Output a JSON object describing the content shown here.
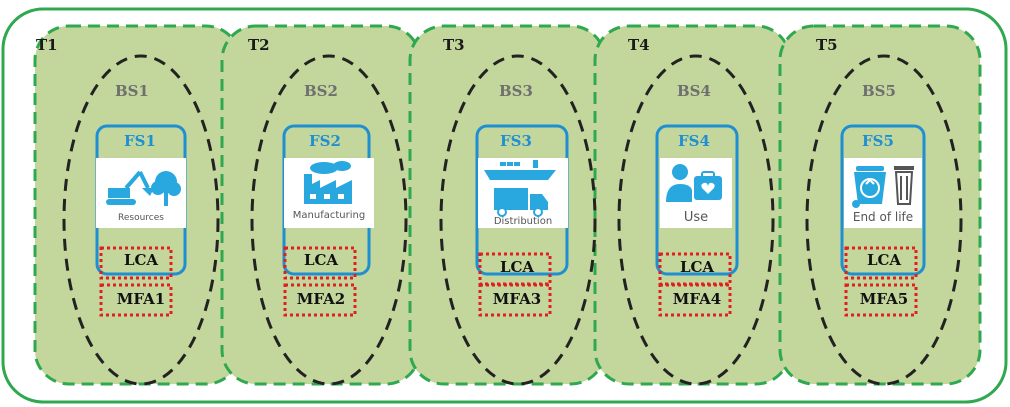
{
  "stages": [
    {
      "t": "T1",
      "bs": "BS1",
      "fs": "FS1",
      "lca": "LCA",
      "mfa": "MFA1",
      "caption": "Resources",
      "icon": "excavator-tree-icon"
    },
    {
      "t": "T2",
      "bs": "BS2",
      "fs": "FS2",
      "lca": "LCA",
      "mfa": "MFA2",
      "caption": "Manufacturing",
      "icon": "factory-icon"
    },
    {
      "t": "T3",
      "bs": "BS3",
      "fs": "FS3",
      "lca": "LCA",
      "mfa": "MFA3",
      "caption": "Distribution",
      "icon": "ship-truck-icon"
    },
    {
      "t": "T4",
      "bs": "BS4",
      "fs": "FS4",
      "lca": "LCA",
      "mfa": "MFA4",
      "caption": "Use",
      "icon": "user-heart-icon"
    },
    {
      "t": "T5",
      "bs": "BS5",
      "fs": "FS5",
      "lca": "LCA",
      "mfa": "MFA5",
      "caption": "End of life",
      "icon": "recycle-bin-icon"
    }
  ],
  "colors": {
    "outer_border": "#2fa84f",
    "panel_fill": "#c3d69b",
    "panel_border": "#2fa84f",
    "ellipse": "#222222",
    "fs_border": "#1e8fd2",
    "fs_label": "#1e8fd2",
    "icon_blue": "#29a8e0",
    "dotted_red": "#e02020",
    "bs_label": "#6f6f6f"
  }
}
